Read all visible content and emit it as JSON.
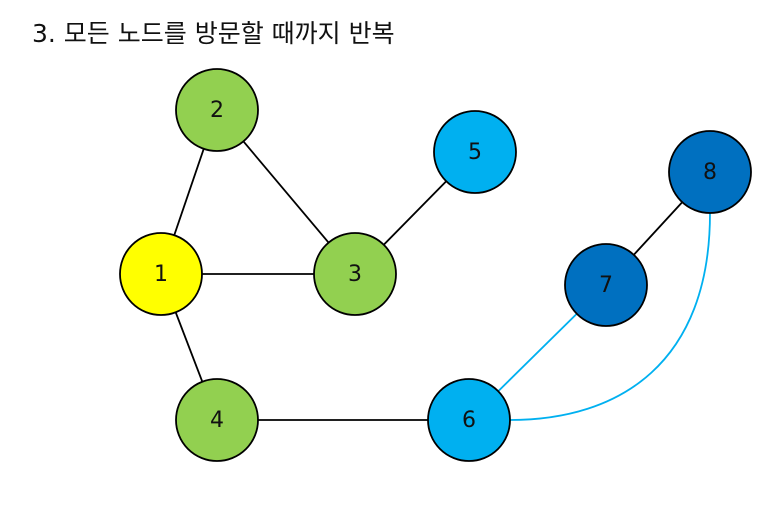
{
  "title": "3. 모든 노드를 방문할 때까지 반복",
  "nodes": [
    {
      "id": "1",
      "label": "1",
      "color": "#ffff00"
    },
    {
      "id": "2",
      "label": "2",
      "color": "#92d050"
    },
    {
      "id": "3",
      "label": "3",
      "color": "#92d050"
    },
    {
      "id": "4",
      "label": "4",
      "color": "#92d050"
    },
    {
      "id": "5",
      "label": "5",
      "color": "#00b0f0"
    },
    {
      "id": "6",
      "label": "6",
      "color": "#00b0f0"
    },
    {
      "id": "7",
      "label": "7",
      "color": "#0070c0"
    },
    {
      "id": "8",
      "label": "8",
      "color": "#0070c0"
    }
  ],
  "edges": [
    {
      "from": "1",
      "to": "2",
      "color": "#000000"
    },
    {
      "from": "1",
      "to": "3",
      "color": "#000000"
    },
    {
      "from": "1",
      "to": "4",
      "color": "#000000"
    },
    {
      "from": "2",
      "to": "3",
      "color": "#000000"
    },
    {
      "from": "3",
      "to": "5",
      "color": "#000000"
    },
    {
      "from": "4",
      "to": "6",
      "color": "#000000"
    },
    {
      "from": "6",
      "to": "7",
      "color": "#00b0f0"
    },
    {
      "from": "7",
      "to": "8",
      "color": "#000000"
    },
    {
      "from": "6",
      "to": "8",
      "color": "#00b0f0",
      "curved": true
    }
  ]
}
